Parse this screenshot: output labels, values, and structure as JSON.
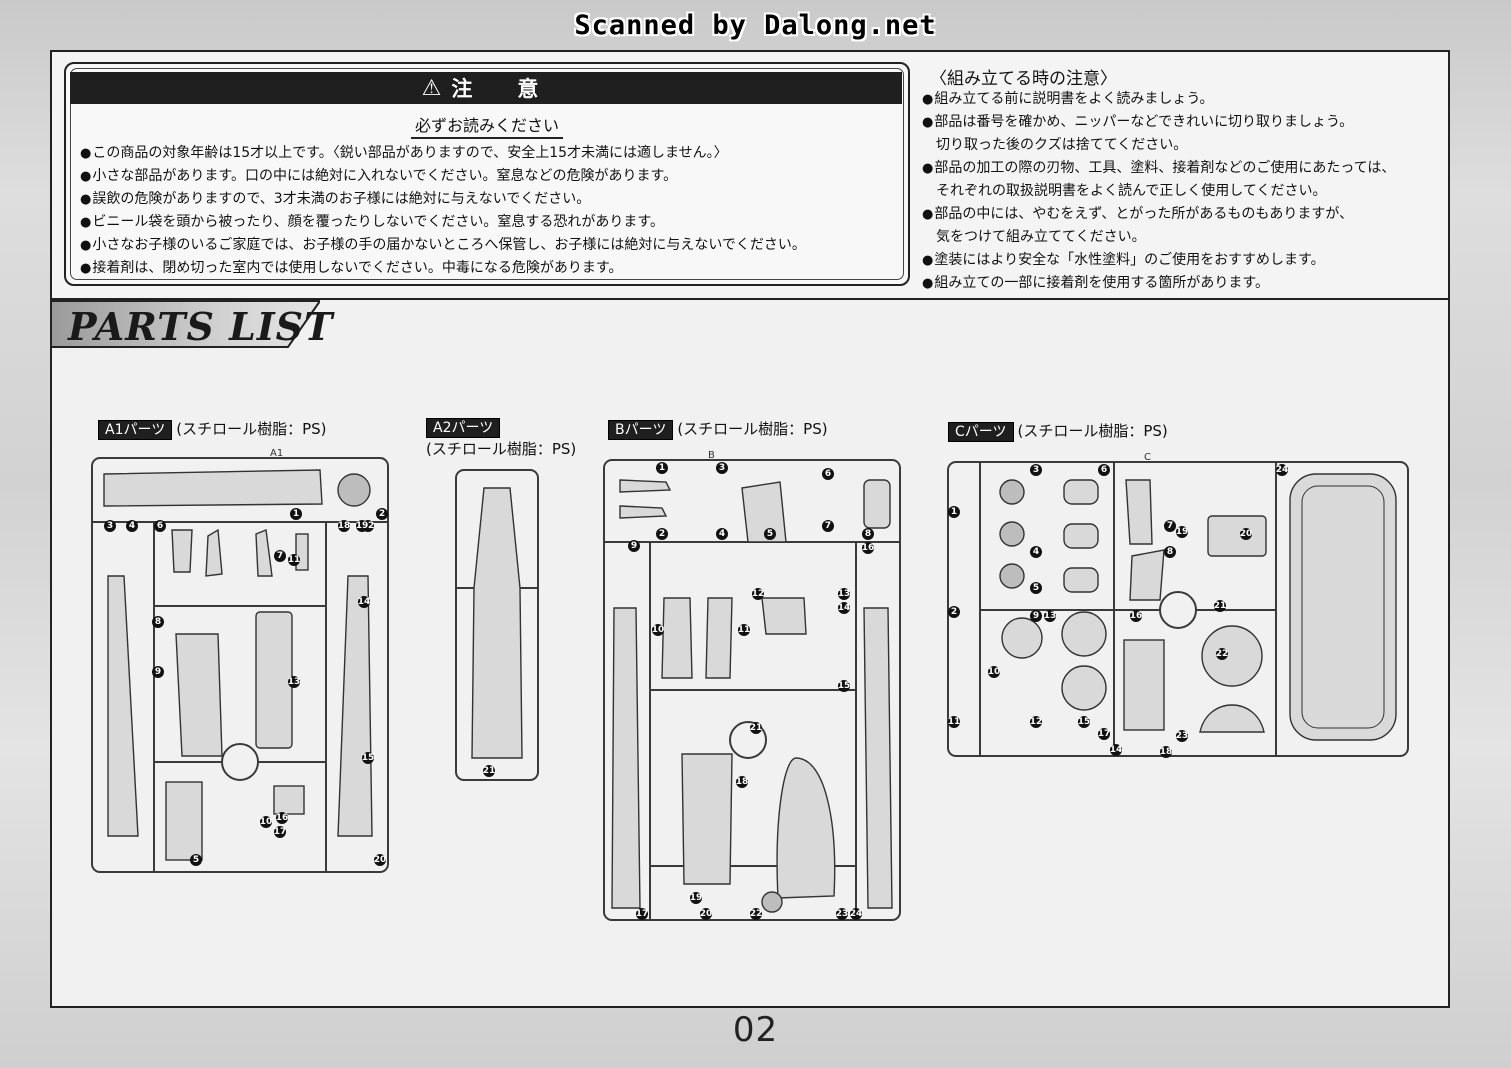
{
  "scanner_credit": "Scanned by Dalong.net",
  "warning": {
    "title": "注　意",
    "subtitle": "必ずお読みください",
    "items": [
      "この商品の対象年齢は15才以上です。〈鋭い部品がありますので、安全上15才未満には適しません。〉",
      "小さな部品があります。口の中には絶対に入れないでください。窒息などの危険があります。",
      "誤飲の危険がありますので、3才未満のお子様には絶対に与えないでください。",
      "ビニール袋を頭から被ったり、顔を覆ったりしないでください。窒息する恐れがあります。",
      "小さなお子様のいるご家庭では、お子様の手の届かないところへ保管し、お子様には絶対に与えないでください。",
      "接着剤は、閉め切った室内では使用しないでください。中毒になる危険があります。"
    ]
  },
  "assembly_notes": {
    "title": "〈組み立てる時の注意〉",
    "items": [
      {
        "line1": "組み立てる前に説明書をよく読みましょう。",
        "line2": ""
      },
      {
        "line1": "部品は番号を確かめ、ニッパーなどできれいに切り取りましょう。",
        "line2": "切り取った後のクズは捨ててください。"
      },
      {
        "line1": "部品の加工の際の刃物、工具、塗料、接着剤などのご使用にあたっては、",
        "line2": "それぞれの取扱説明書をよく読んで正しく使用してください。"
      },
      {
        "line1": "部品の中には、やむをえず、とがった所があるものもありますが、",
        "line2": "気をつけて組み立ててください。"
      },
      {
        "line1": "塗装にはより安全な「水性塗料」のご使用をおすすめします。",
        "line2": ""
      },
      {
        "line1": "組み立ての一部に接着剤を使用する箇所があります。",
        "line2": ""
      }
    ]
  },
  "parts_list": {
    "title": "PARTS LIST",
    "groups": [
      {
        "tag": "A1パーツ",
        "material": "(スチロール樹脂：PS)"
      },
      {
        "tag": "A2パーツ",
        "material": "(スチロール樹脂：PS)"
      },
      {
        "tag": "Bパーツ",
        "material": "(スチロール樹脂：PS)"
      },
      {
        "tag": "Cパーツ",
        "material": "(スチロール樹脂：PS)"
      }
    ],
    "runner_letters": {
      "a1": "A1",
      "b": "B",
      "c": "C"
    },
    "part_numbers": {
      "a1": [
        "1",
        "2",
        "3",
        "4",
        "6",
        "7",
        "11",
        "12",
        "18",
        "19",
        "8",
        "14",
        "9",
        "13",
        "15",
        "10",
        "16",
        "17",
        "5",
        "20"
      ],
      "a2": [
        "21"
      ],
      "b": [
        "1",
        "3",
        "6",
        "2",
        "4",
        "5",
        "7",
        "9",
        "8",
        "16",
        "12",
        "13",
        "14",
        "10",
        "11",
        "15",
        "21",
        "18",
        "17",
        "19",
        "20",
        "22",
        "23",
        "24"
      ],
      "c": [
        "3",
        "6",
        "24",
        "1",
        "7",
        "19",
        "20",
        "4",
        "8",
        "5",
        "2",
        "9",
        "13",
        "16",
        "21",
        "22",
        "10",
        "11",
        "12",
        "15",
        "17",
        "14",
        "18",
        "23"
      ]
    }
  },
  "page_number": "02"
}
